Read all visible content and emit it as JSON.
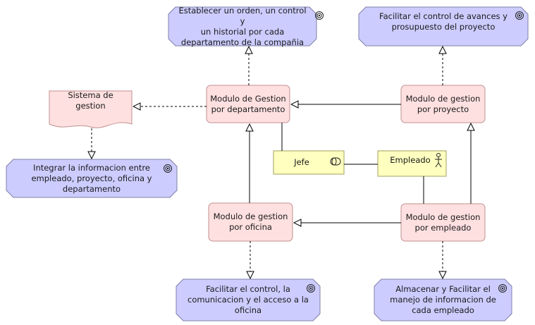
{
  "goals": {
    "orden": "Establecer un orden, un control y\nun historial por cada\ndepartamento de la compañia",
    "avances": "Facilitar el control de avances y\nprosupuesto del proyecto",
    "integrar": "Integrar la informacion entre\nempleado, proyecto, oficina y\ndepartamento",
    "oficina": "Facilitar el control, la\ncomunicacion  y el acceso a la\noficina",
    "empleado": "Almacenar y Facilitar el\nmanejo de informacion de\ncada empleado"
  },
  "functions": {
    "departamento": "Modulo de Gestion\npor departamento",
    "proyecto": "Modulo de gestion\npor proyecto",
    "oficina": "Modulo de gestion\npor oficina",
    "empleado": "Modulo de gestion\npor empleado"
  },
  "document": {
    "sistema": "Sistema de gestion"
  },
  "roles": {
    "jefe": "Jefe",
    "empleado": "Empleado"
  },
  "icons": {
    "goal": "goal-target-icon",
    "role": "role-cylinder-icon",
    "actor": "stick-figure-icon"
  },
  "colors": {
    "goal_fill": "#ccccff",
    "function_fill": "#ffe0e0",
    "actor_fill": "#ffffc0",
    "document_fill": "#ffe0e0"
  }
}
